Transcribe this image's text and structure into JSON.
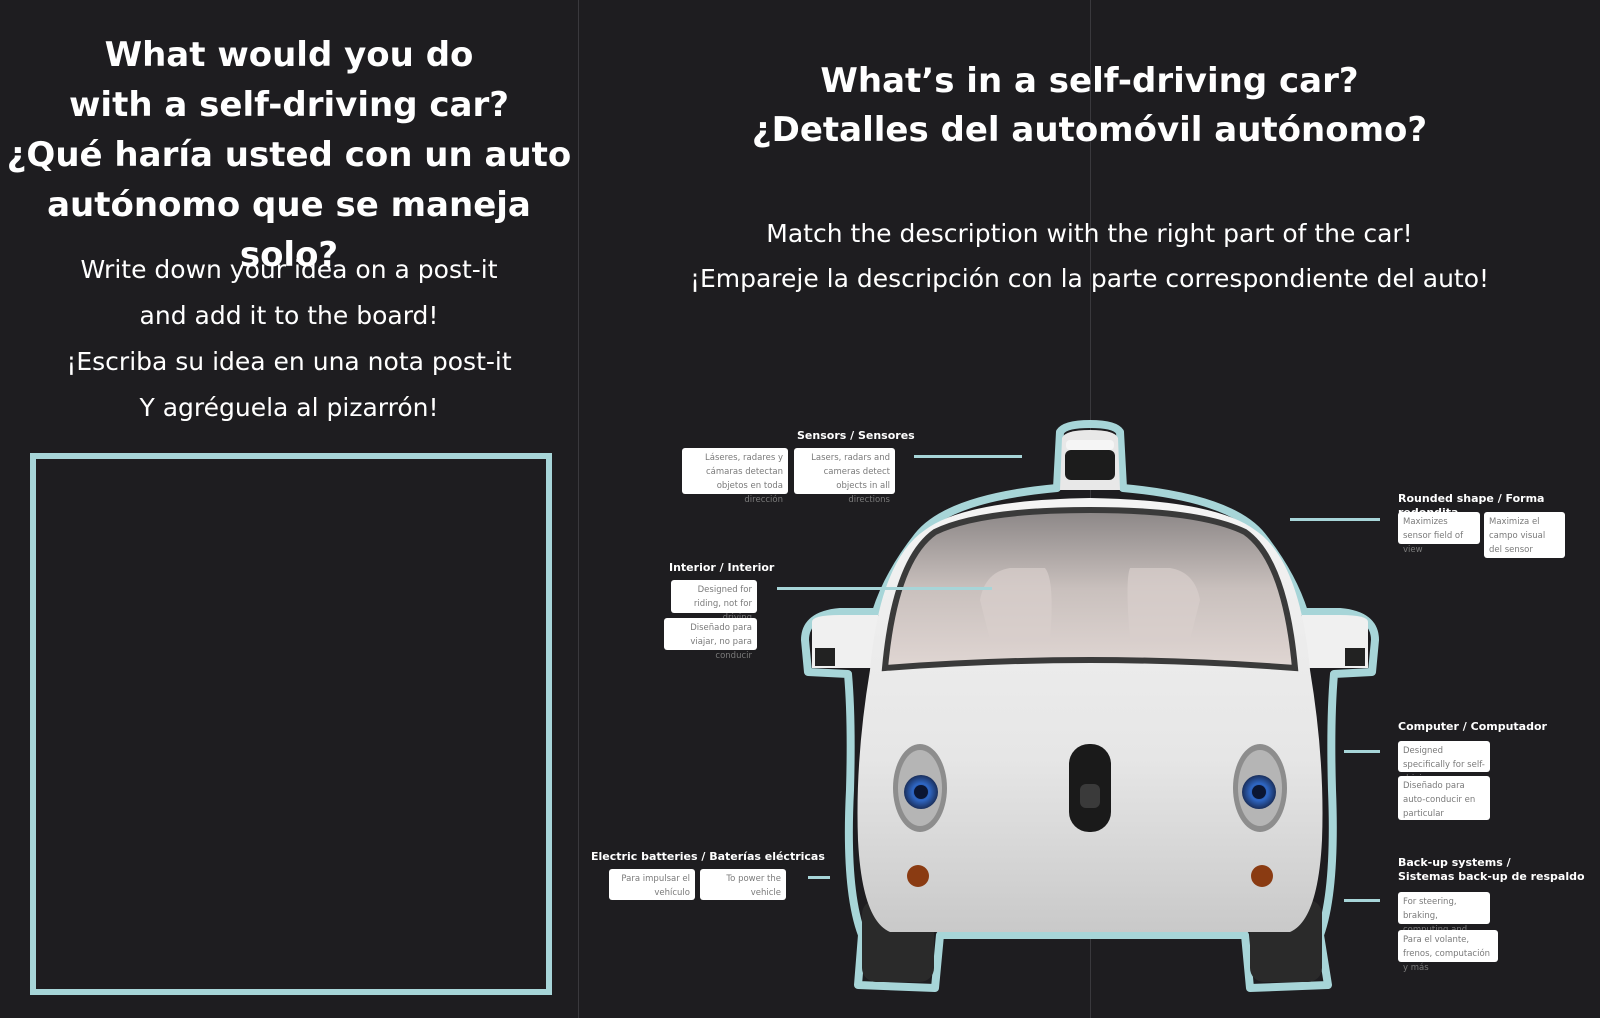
{
  "left": {
    "title": [
      "What would you do",
      "with a self-driving car?",
      "¿Qué haría usted con un auto",
      "autónomo que se maneja solo?"
    ],
    "instructions": [
      "Write down your idea on a post-it",
      "and add it to the board!",
      "¡Escriba su idea en una nota  post-it",
      "Y agréguela al pizarrón!"
    ]
  },
  "right": {
    "title": [
      "What’s in a self-driving car?",
      "¿Detalles del automóvil  autónomo?"
    ],
    "instructions": [
      "Match the description with the right part of the car!",
      "¡Empareje la descripción con la parte correspondiente del auto!"
    ]
  },
  "callouts": {
    "sensors": {
      "label": "Sensors / Sensores",
      "notes": [
        "Láseres, radares y cámaras detectan objetos en toda dirección",
        "Lasers, radars and cameras detect objects in all directions"
      ]
    },
    "interior": {
      "label": "Interior / Interior",
      "notes": [
        "Designed for riding, not for driving",
        "Diseñado para viajar, no para conducir"
      ]
    },
    "rounded": {
      "label": "Rounded shape / Forma redondita",
      "notes": [
        "Maximizes sensor field of view",
        "Maximiza el campo visual del sensor"
      ]
    },
    "computer": {
      "label": "Computer / Computador",
      "notes": [
        "Designed specifically for self-driving",
        "Diseñado para auto-conducir en particular"
      ]
    },
    "batteries": {
      "label": "Electric batteries / Baterías eléctricas",
      "notes": [
        "Para impulsar el vehículo",
        "To power the vehicle"
      ]
    },
    "backup": {
      "label": [
        "Back-up systems /",
        "Sistemas back-up de respaldo"
      ],
      "notes": [
        "For steering, braking, computing and more",
        "Para el volante, frenos, computación y más"
      ]
    }
  },
  "colors": {
    "background": "#1e1d20",
    "accent": "#a7d5d8",
    "text": "#ffffff"
  }
}
